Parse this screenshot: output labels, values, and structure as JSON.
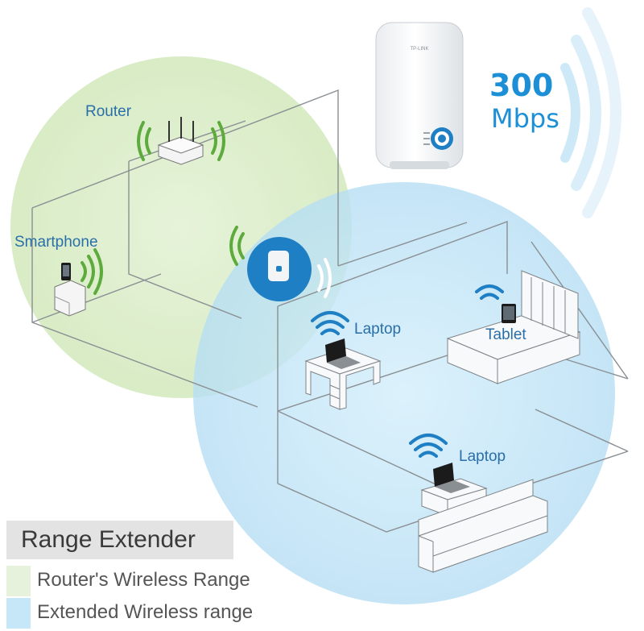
{
  "labels": {
    "router": "Router",
    "smartphone": "Smartphone",
    "laptop_desk": "Laptop",
    "tablet": "Tablet",
    "laptop_sofa": "Laptop"
  },
  "speed": {
    "value": "300",
    "unit": "Mbps"
  },
  "device_brand": "TP-LINK",
  "legend": {
    "title": "Range Extender",
    "items": [
      {
        "label": "Router's Wireless Range",
        "color": "#e7f2dc"
      },
      {
        "label": "Extended Wireless range",
        "color": "#c5e7f8"
      }
    ]
  },
  "colors": {
    "router_range": "#dcedc8",
    "extended_range": "#bfe4f7",
    "signal_green": "#5dab3c",
    "signal_blue": "#1f7fc4",
    "accent_blue": "#1d8fd6",
    "label_blue": "#2a6fa8"
  },
  "icons": [
    "router-icon",
    "smartphone-icon",
    "extender-icon",
    "laptop-icon",
    "tablet-icon",
    "wifi-signal-icon"
  ]
}
